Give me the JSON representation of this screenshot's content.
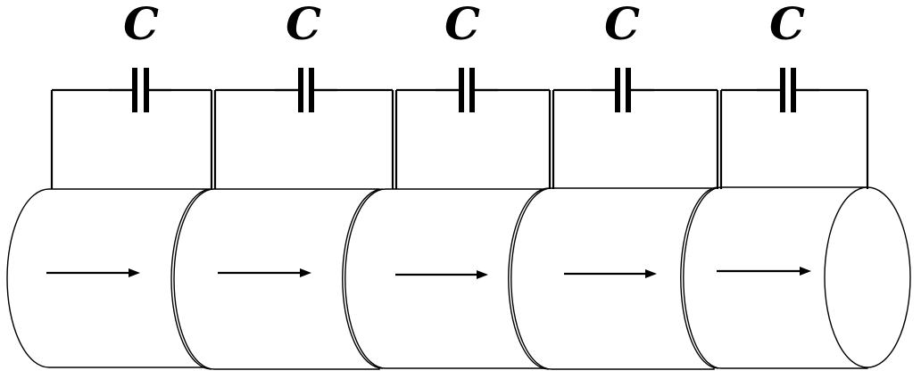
{
  "diagram": {
    "capacitor_labels": [
      "C",
      "C",
      "C",
      "C",
      "C"
    ],
    "segment_count": 5,
    "capacitor_count": 5,
    "arrow_direction": "right",
    "colors": {
      "stroke": "#000000",
      "background": "#ffffff"
    }
  }
}
